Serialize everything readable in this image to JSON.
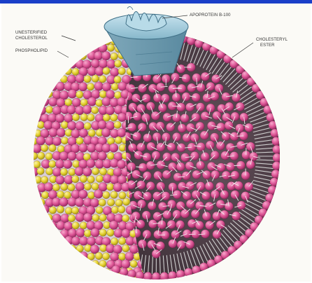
{
  "labels": {
    "apoprotein": "APOPROTEIN B-100",
    "unesterified_1": "UNESTERIFIED",
    "unesterified_2": "CHOLESTEROL",
    "phospholipid": "PHOSPHOLIPID",
    "cholesteryl_1": "CHOLESTERYL",
    "cholesteryl_2": "ESTER"
  },
  "colors": {
    "phospholipid_head": "#e05a9b",
    "cholesterol_head": "#e9d63a",
    "core_ester": "#d9528f",
    "apoprotein": "#9ecad8",
    "header_bar": "#1a3fc8"
  }
}
